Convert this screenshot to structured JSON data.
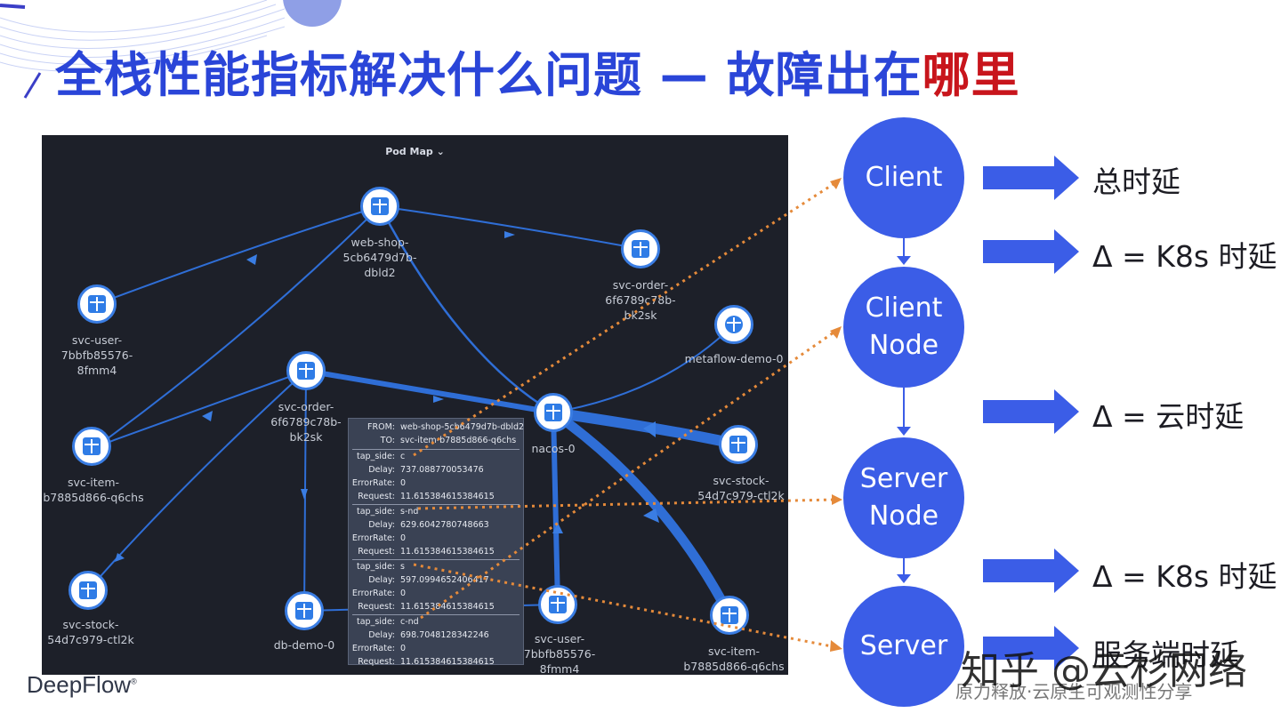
{
  "slide": {
    "title_main": "全栈性能指标解决什么问题 — 故障出在",
    "title_highlight": "哪里",
    "logo": "DeepFlow",
    "logo_mark": "®"
  },
  "pod_map": {
    "title": "Pod Map ⌄",
    "nodes": [
      {
        "id": "web-shop",
        "label": "web-shop-\n5cb6479d7b-\ndbld2"
      },
      {
        "id": "svc-order-top",
        "label": "svc-order-\n6f6789c78b-\nbk2sk"
      },
      {
        "id": "svc-user-left",
        "label": "svc-user-\n7bbfb85576-\n8fmm4"
      },
      {
        "id": "metaflow",
        "label": "metaflow-demo-0"
      },
      {
        "id": "svc-order-mid",
        "label": "svc-order-\n6f6789c78b-\nbk2sk"
      },
      {
        "id": "nacos",
        "label": "nacos-0"
      },
      {
        "id": "svc-item-left",
        "label": "svc-item-\nb7885d866-q6chs"
      },
      {
        "id": "svc-stock-right",
        "label": "svc-stock-\n54d7c979-ctl2k"
      },
      {
        "id": "svc-stock-left",
        "label": "svc-stock-\n54d7c979-ctl2k"
      },
      {
        "id": "db-demo",
        "label": "db-demo-0"
      },
      {
        "id": "svc-user-bottom",
        "label": "svc-user-\n7bbfb85576-\n8fmm4"
      },
      {
        "id": "svc-item-right",
        "label": "svc-item-\nb7885d866-q6chs"
      }
    ],
    "tooltip": {
      "from_key": "FROM:",
      "from_val": "web-shop-5cb6479d7b-dbld2",
      "to_key": "TO:",
      "to_val": "svc-item-b7885d866-q6chs",
      "groups": [
        {
          "tap_side": "c",
          "delay": "737.088770053476",
          "error_rate": "0",
          "request": "11.615384615384615"
        },
        {
          "tap_side": "s-nd",
          "delay": "629.6042780748663",
          "error_rate": "0",
          "request": "11.615384615384615"
        },
        {
          "tap_side": "s",
          "delay": "597.0994652406417",
          "error_rate": "0",
          "request": "11.615384615384615"
        },
        {
          "tap_side": "c-nd",
          "delay": "698.7048128342246",
          "error_rate": "0",
          "request": "11.615384615384615"
        }
      ],
      "k_tap": "tap_side:",
      "k_delay": "Delay:",
      "k_err": "ErrorRate:",
      "k_req": "Request:"
    }
  },
  "flow": {
    "nodes": [
      {
        "line1": "Client",
        "line2": ""
      },
      {
        "line1": "Client",
        "line2": "Node"
      },
      {
        "line1": "Server",
        "line2": "Node"
      },
      {
        "line1": "Server",
        "line2": ""
      }
    ],
    "labels": [
      "总时延",
      "Δ = K8s 时延",
      "Δ = 云时延",
      "Δ = K8s 时延",
      "服务端时延"
    ],
    "accent": "#3b5de7",
    "dotted": "#e58a3a"
  },
  "watermark": {
    "main": "知乎 @云杉网络",
    "sub": "原力释放·云原生可观测性分享"
  }
}
